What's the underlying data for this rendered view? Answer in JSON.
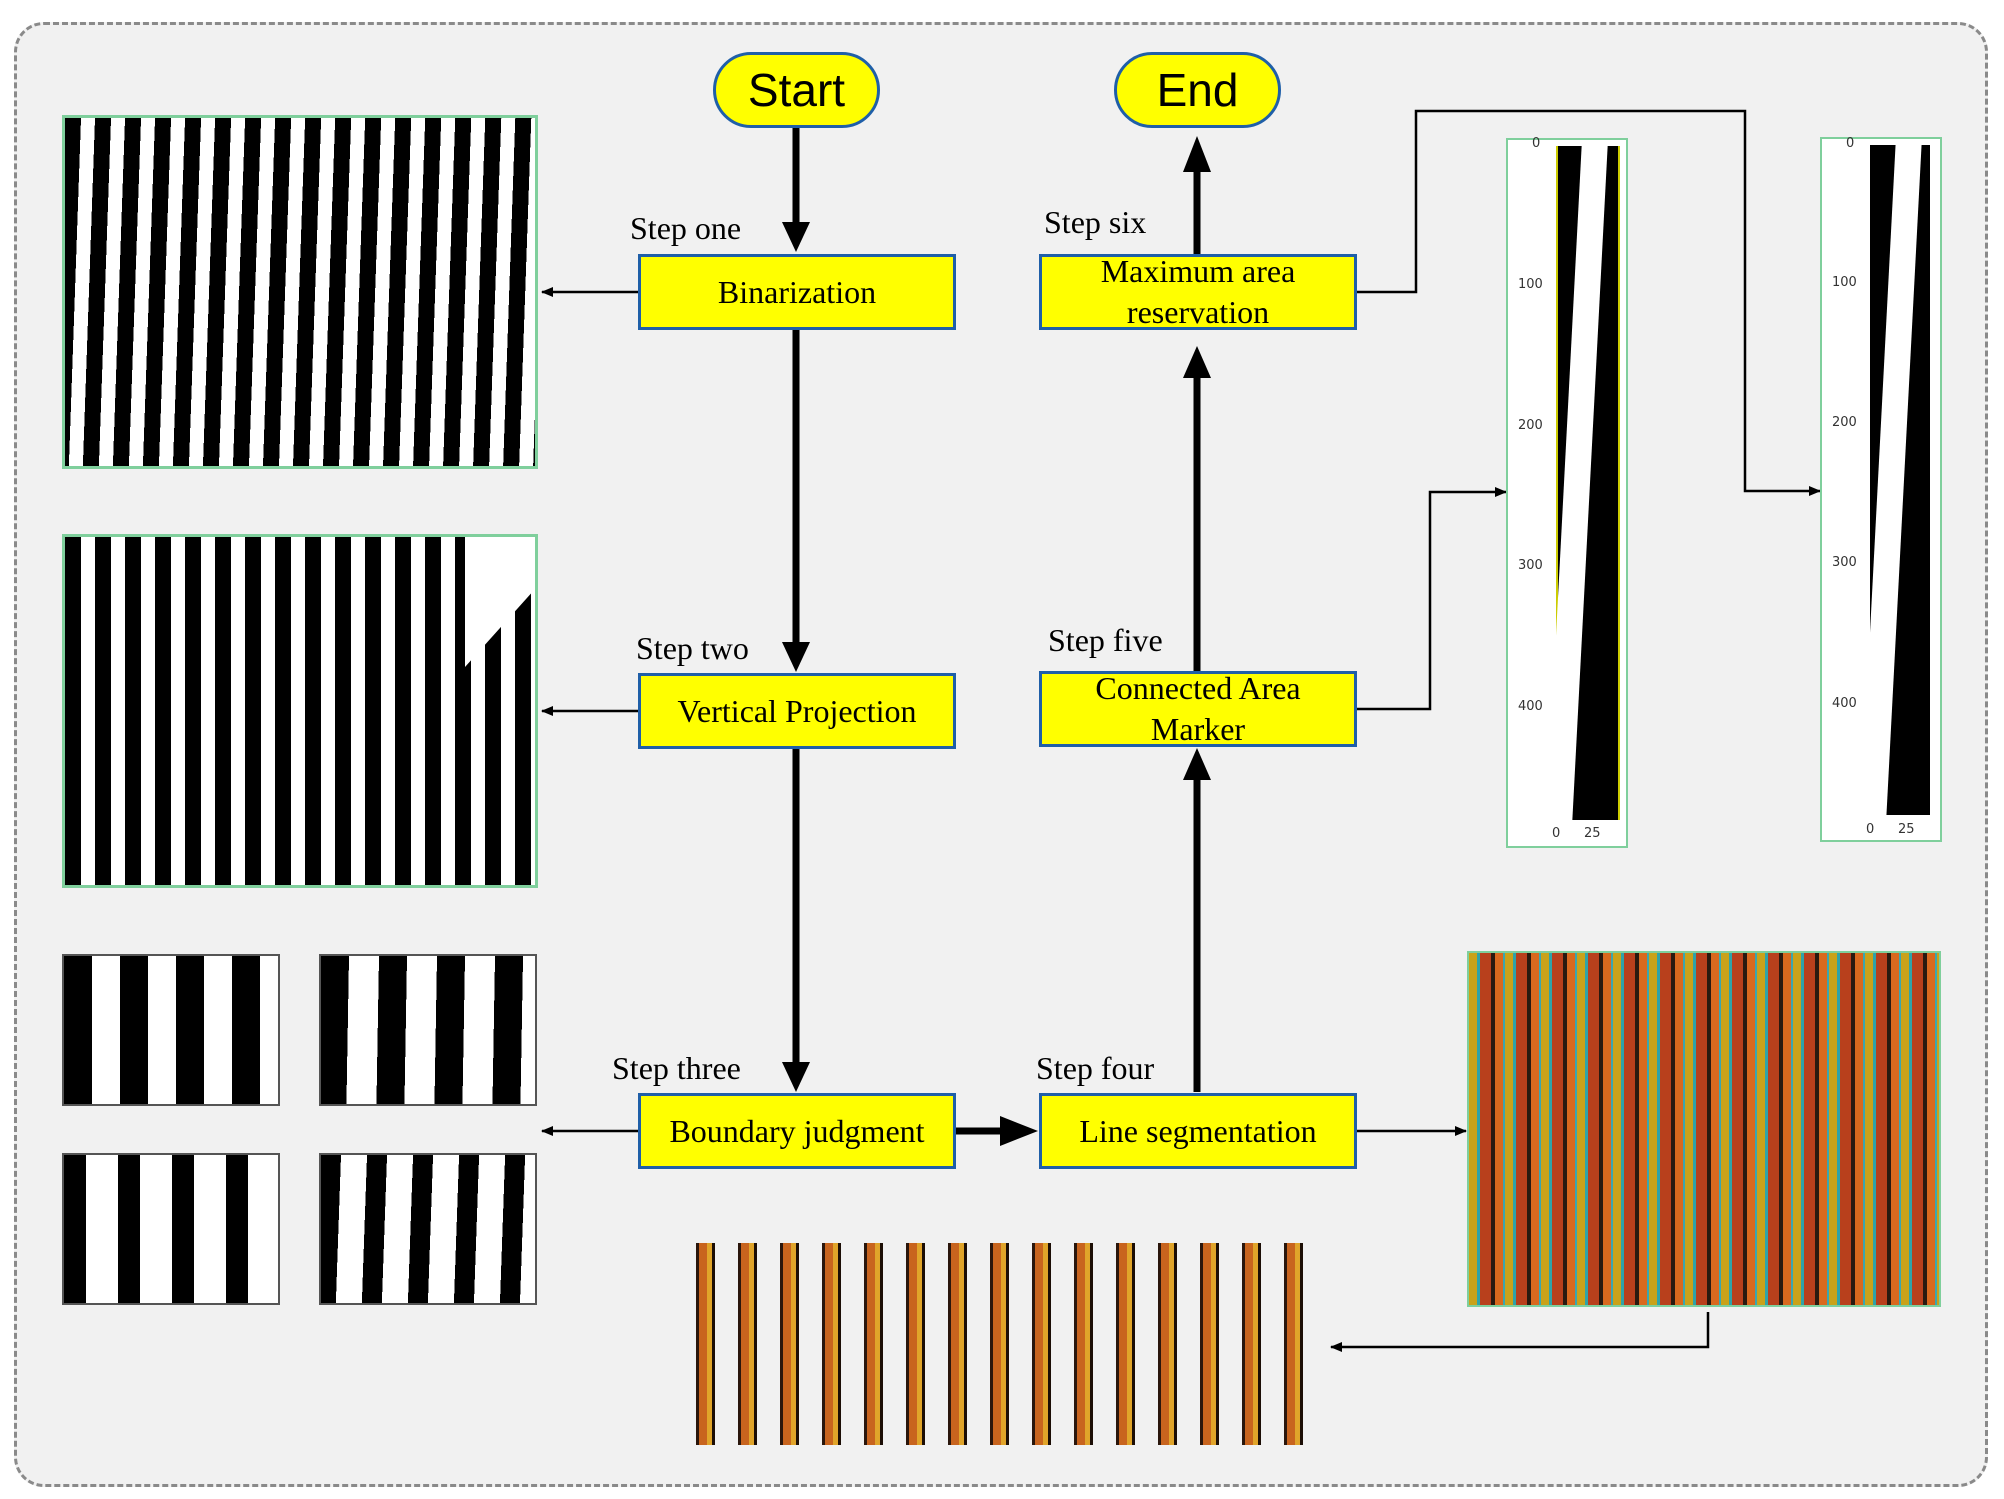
{
  "terminals": {
    "start": "Start",
    "end": "End"
  },
  "steps": [
    {
      "label": "Step one",
      "process": "Binarization"
    },
    {
      "label": "Step two",
      "process": "Vertical Projection"
    },
    {
      "label": "Step three",
      "process": "Boundary judgment"
    },
    {
      "label": "Step four",
      "process": "Line segmentation"
    },
    {
      "label": "Step five",
      "process": "Connected Area\nMarker"
    },
    {
      "label": "Step six",
      "process": "Maximum area\nreservation"
    }
  ],
  "plot_axes": {
    "y_ticks": [
      "0",
      "100",
      "200",
      "300",
      "400"
    ],
    "x_ticks": [
      "0",
      "25"
    ]
  },
  "colors": {
    "process_fill": "#ffff00",
    "process_border": "#1f5fa8",
    "frame_bg": "#f1f1f1",
    "image_border": "#7fcf9c"
  }
}
